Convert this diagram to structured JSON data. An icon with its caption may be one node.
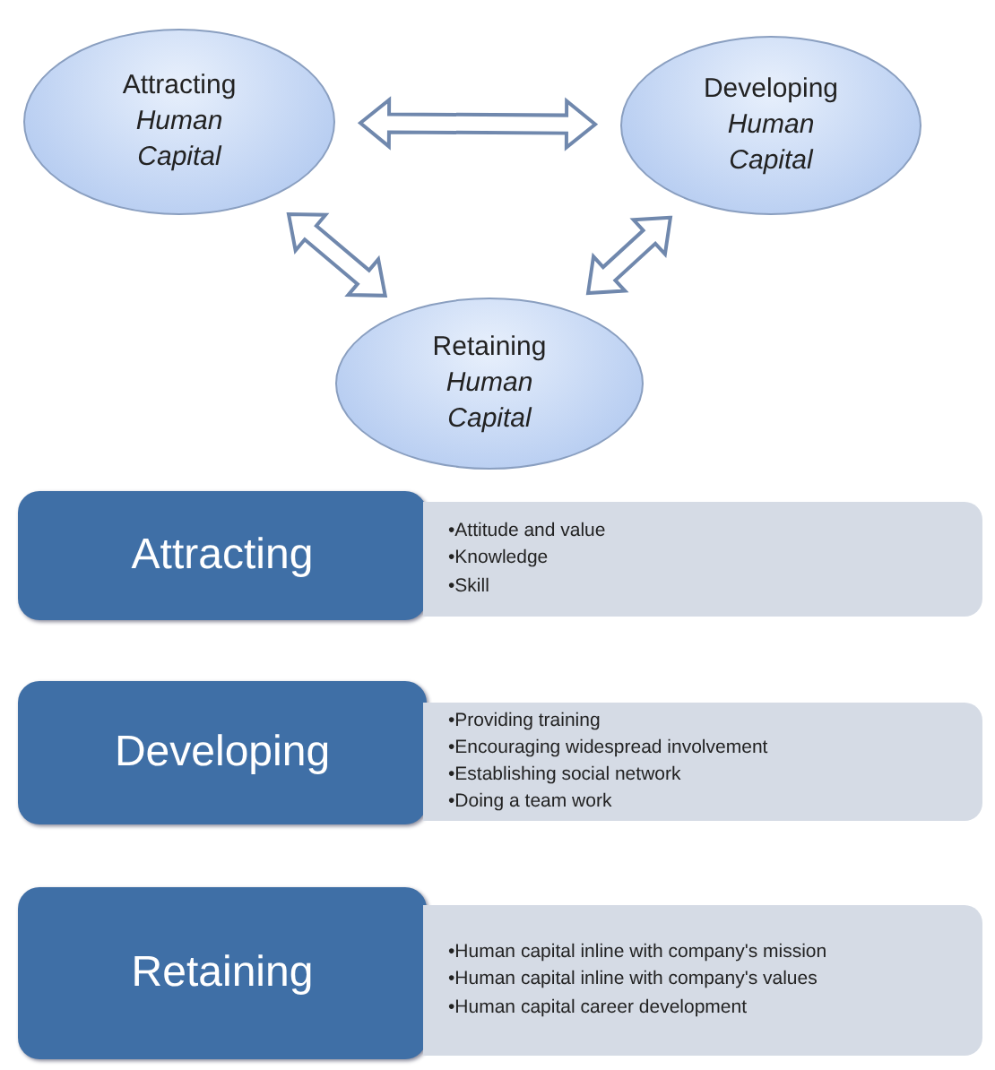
{
  "diagram": {
    "nodes": [
      {
        "text": [
          "Attracting *Human Capital*"
        ]
      },
      {
        "text": [
          "Developing *Human Capital*"
        ]
      },
      {
        "text": [
          "Retaining *Human Capital*"
        ]
      },
      {
        "text": [
          "Attracting"
        ]
      },
      {
        "text": [
          "•Attitude and value",
          "•Knowledge",
          "•Skill"
        ]
      },
      {
        "text": [
          "Developing"
        ]
      },
      {
        "text": [
          "•Providing training",
          "•Encouraging widespread involvement",
          "•Establishing social network",
          "•Doing a team work"
        ]
      },
      {
        "text": [
          "Retaining"
        ]
      },
      {
        "text": [
          "•Human capital inline with company's mission",
          "•Human capital inline with company's values",
          "•Human capital career development"
        ]
      }
    ],
    "edges": [
      {
        "from": 0,
        "to": 1,
        "arrow": "both"
      },
      {
        "from": 0,
        "to": 2,
        "arrow": "both"
      },
      {
        "from": 1,
        "to": 2,
        "arrow": "both"
      }
    ]
  }
}
